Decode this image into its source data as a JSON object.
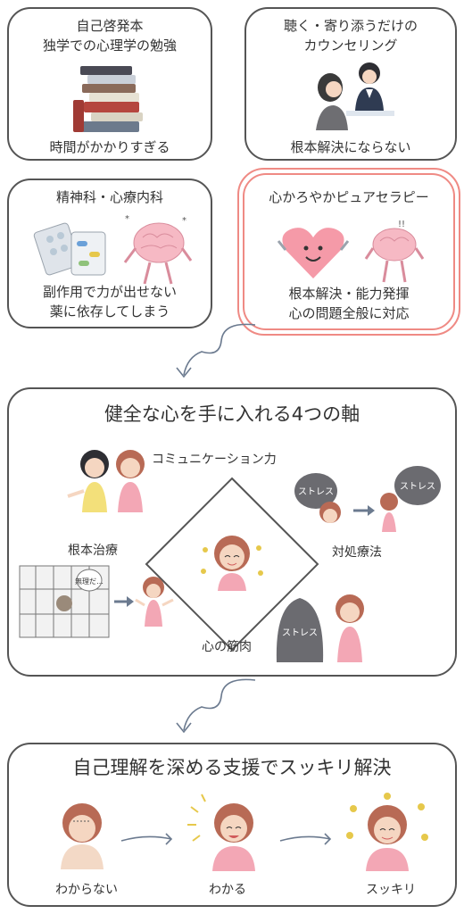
{
  "cards": {
    "self_study": {
      "title_lines": [
        "自己啓発本",
        "独学での心理学の勉強"
      ],
      "footer_lines": [
        "時間がかかりすぎる"
      ]
    },
    "counseling": {
      "title_lines": [
        "聴く・寄り添うだけの",
        "カウンセリング"
      ],
      "footer_lines": [
        "根本解決にならない"
      ]
    },
    "psychiatry": {
      "title_lines": [
        "精神科・心療内科"
      ],
      "footer_lines": [
        "副作用で力が出せない",
        "薬に依存してしまう"
      ]
    },
    "pure_therapy": {
      "title_lines": [
        "心かろやかピュアセラピー"
      ],
      "footer_lines": [
        "根本解決・能力発揮",
        "心の問題全般に対応"
      ]
    }
  },
  "axes_section": {
    "title": "健全な心を手に入れる4つの軸",
    "top_label": "コミュニケーション力",
    "left_label": "根本治療",
    "right_label": "対処療法",
    "bottom_label": "心の筋肉",
    "stress_text": "ストレス",
    "bubble_text": "無理だ…"
  },
  "resolution_section": {
    "title": "自己理解を深める支援でスッキリ解決",
    "steps": [
      "わからない",
      "わかる",
      "スッキリ"
    ]
  },
  "colors": {
    "highlight_border": "#ef8a84",
    "box_border": "#555555",
    "arrow": "#6b7a8f",
    "hair": "#b86a55",
    "pink": "#f3a7b5"
  }
}
